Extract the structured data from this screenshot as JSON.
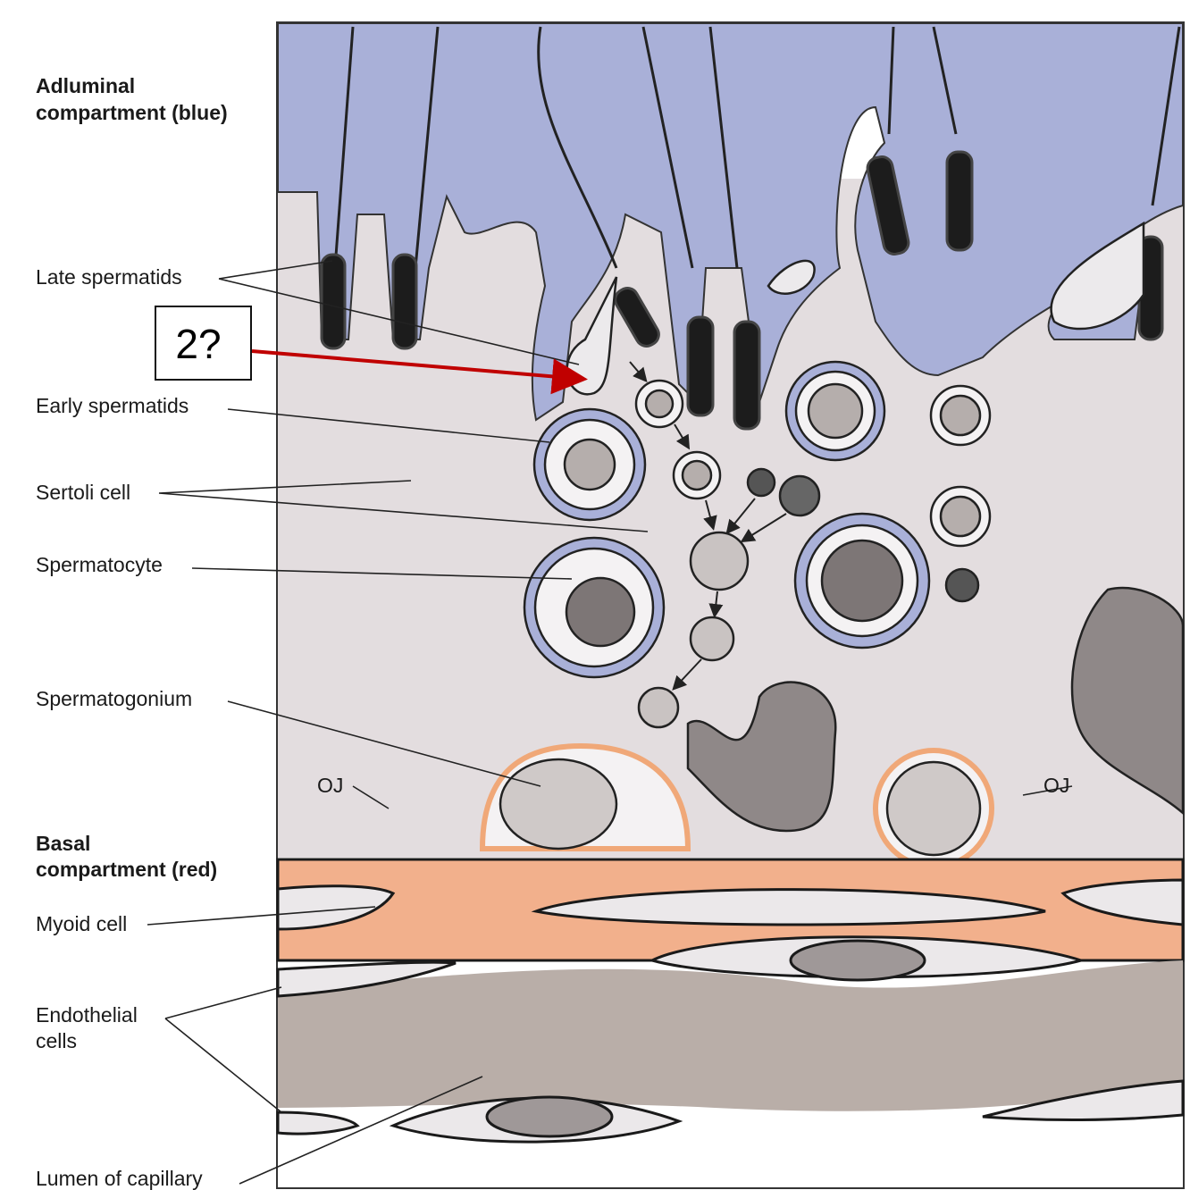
{
  "labels": {
    "adluminal_1": "Adluminal",
    "adluminal_2": "compartment (blue)",
    "late_spermatids": "Late spermatids",
    "early_spermatids": "Early spermatids",
    "sertoli_cell": "Sertoli cell",
    "spermatocyte": "Spermatocyte",
    "spermatogonium": "Spermatogonium",
    "oj_left": "OJ",
    "oj_right": "OJ",
    "basal_1": "Basal",
    "basal_2": "compartment (red)",
    "myoid_cell": "Myoid cell",
    "endothelial_1": "Endothelial",
    "endothelial_2": "cells",
    "lumen": "Lumen of capillary"
  },
  "question_box": {
    "text": "2?"
  },
  "colors": {
    "adluminal_blue": "#a9b0d8",
    "sertoli_grey": "#e3dddf",
    "basal_orange": "#f2b08c",
    "capillary_lumen": "#b9aea8",
    "arrow_red": "#c00000"
  }
}
